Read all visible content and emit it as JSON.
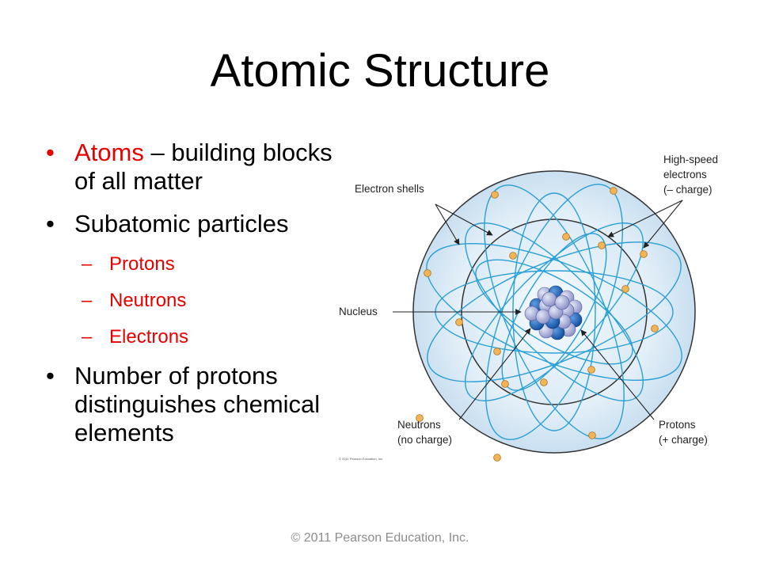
{
  "slide": {
    "title": "Atomic Structure",
    "footer": "© 2011 Pearson Education, Inc."
  },
  "bullets": [
    {
      "marker": "•",
      "term": "Atoms",
      "rest": " – building blocks of all matter"
    },
    {
      "marker": "•",
      "text": "Subatomic particles"
    },
    {
      "marker": "•",
      "text": "Number of protons distinguishes chemical elements"
    }
  ],
  "subbullets": [
    {
      "marker": "–",
      "text": "Protons"
    },
    {
      "marker": "–",
      "text": "Neutrons"
    },
    {
      "marker": "–",
      "text": "Electrons"
    }
  ],
  "diagram": {
    "labels": {
      "electron_shells": "Electron shells",
      "high_speed_1": "High-speed",
      "high_speed_2": "electrons",
      "high_speed_3": "(– charge)",
      "nucleus": "Nucleus",
      "neutrons_1": "Neutrons",
      "neutrons_2": "(no charge)",
      "protons_1": "Protons",
      "protons_2": "(+ charge)",
      "copyright": "© 2011 Pearson Education, Inc."
    },
    "colors": {
      "highlight": "#e60000",
      "orbit": "#2a9fd6",
      "electron": "#f2b455",
      "outer_sphere": "#d6e8f4",
      "inner_sphere": "#e9f3fa",
      "proton": "#9da3d4",
      "neutron": "#2166b8"
    }
  }
}
